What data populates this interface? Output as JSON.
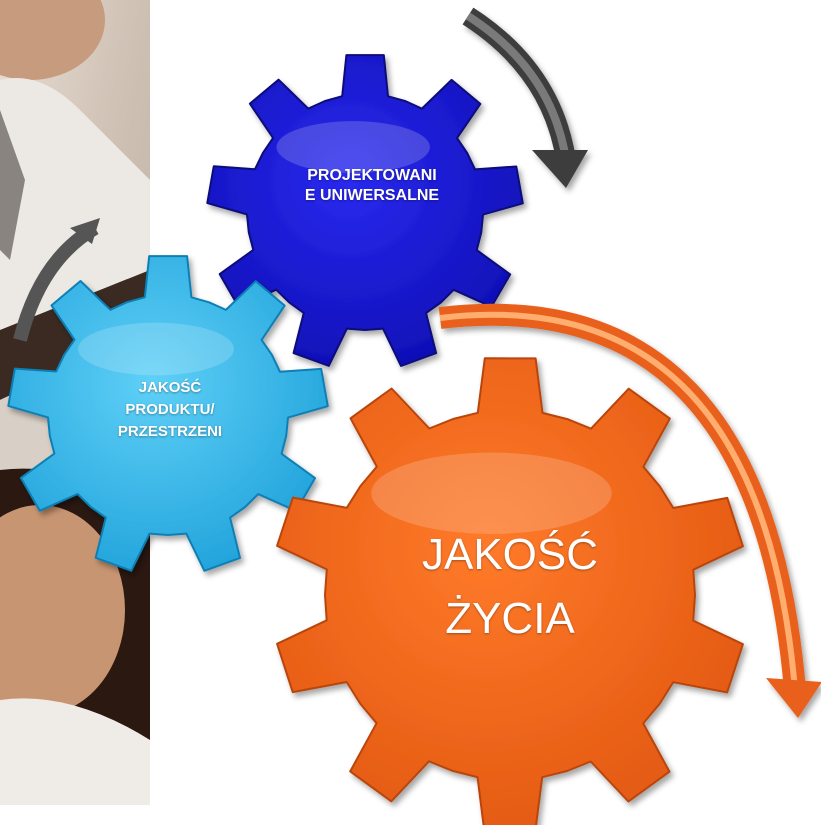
{
  "gears": {
    "design": {
      "line1": "PROJEKTOWANI",
      "line2": "E UNIWERSALNE",
      "color": "#1414d8"
    },
    "product": {
      "line1": "JAKOŚĆ",
      "line2": "PRODUKTU/",
      "line3": "PRZESTRZENI",
      "color": "#29b6ef"
    },
    "life": {
      "line1": "JAKOŚĆ",
      "line2": "ŻYCIA",
      "color": "#f26b1f"
    }
  },
  "arrows": {
    "top_arrow_color": "#4a4a4a",
    "orange_arrow_color": "#f07a26"
  },
  "photo": {
    "description_colors": {
      "skin": "#c99a7a",
      "shirt": "#e9e6e1",
      "hair": "#2b1a12"
    }
  }
}
